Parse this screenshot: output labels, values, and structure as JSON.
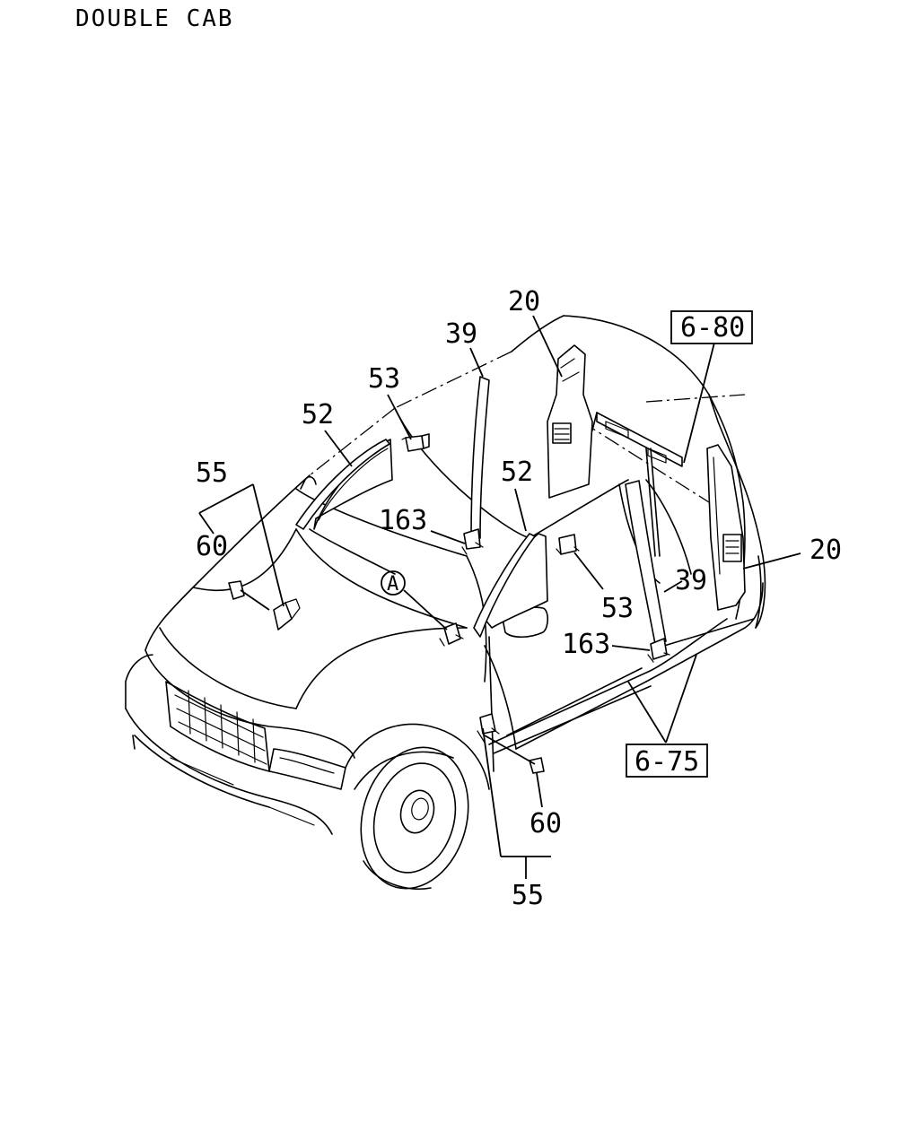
{
  "header": {
    "title": "DOUBLE CAB"
  },
  "callouts": {
    "c20_top": "20",
    "c20_right": "20",
    "c39_top": "39",
    "c39_right": "39",
    "c52_left": "52",
    "c52_center": "52",
    "c53_top": "53",
    "c53_right": "53",
    "c55_left": "55",
    "c55_bottom": "55",
    "c60_left": "60",
    "c60_bottom": "60",
    "c163_left": "163",
    "c163_right": "163",
    "marker_a": "A"
  },
  "reference_boxes": {
    "ref_6_80": "6-80",
    "ref_6_75": "6-75"
  }
}
